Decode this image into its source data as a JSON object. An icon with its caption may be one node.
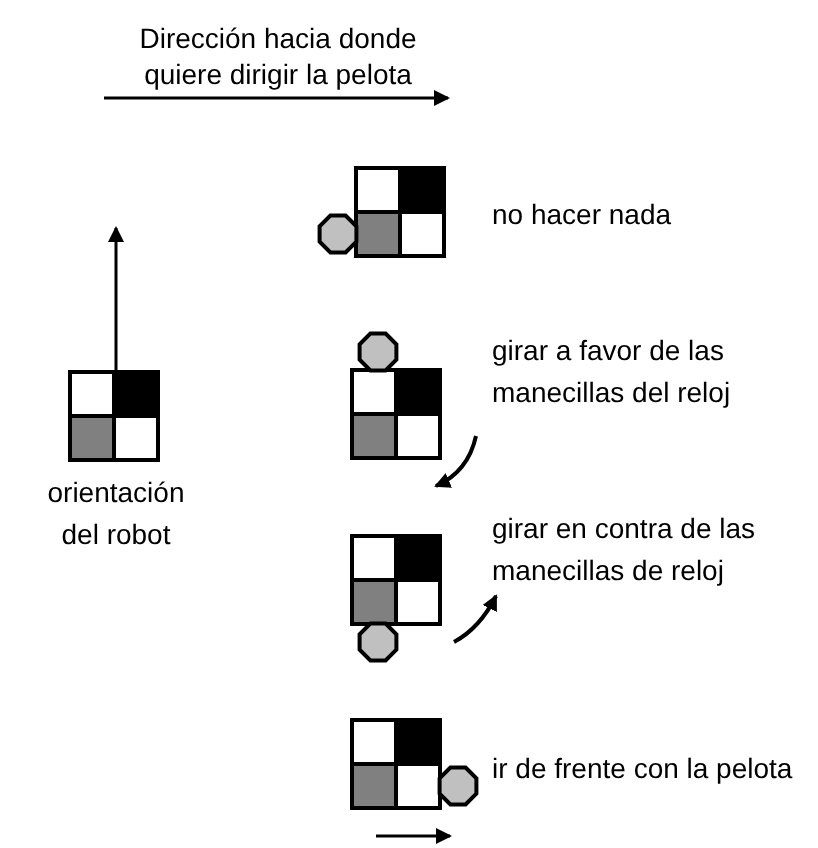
{
  "diagram": {
    "nodes": [
      {
        "text": [],
        "shape": "picture",
        "beside": [
          "orientación del robot"
        ]
      },
      {
        "text": [],
        "shape": "picture",
        "beside": [
          "no hacer nada"
        ]
      },
      {
        "text": [],
        "shape": "picture",
        "beside": [
          "girar a favor de las manecillas del reloj"
        ]
      },
      {
        "text": [],
        "shape": "picture",
        "beside": [
          "girar en contra de las manecillas de reloj"
        ]
      },
      {
        "text": [],
        "shape": "picture",
        "beside": [
          "ir de frente con la pelota"
        ]
      }
    ],
    "labels": [
      "Dirección hacia donde quiere dirigir la pelota"
    ]
  }
}
